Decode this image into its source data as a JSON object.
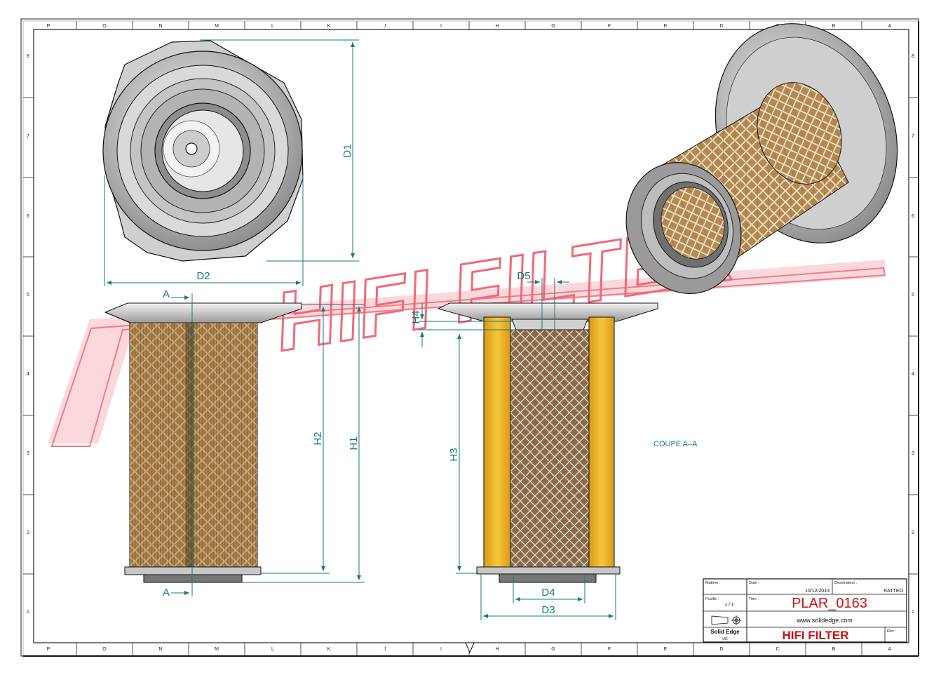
{
  "watermark": {
    "text": "HIFI FILTER",
    "color": "#f04f5f"
  },
  "border": {
    "top_labels": [
      "P",
      "O",
      "N",
      "M",
      "L",
      "K",
      "J",
      "I",
      "H",
      "G",
      "F",
      "E",
      "D",
      "C",
      "B",
      "A"
    ],
    "bottom_labels": [
      "P",
      "O",
      "N",
      "M",
      "L",
      "K",
      "J",
      "I",
      "H",
      "G",
      "F",
      "E",
      "D",
      "C",
      "B",
      "A"
    ],
    "left_labels": [
      "8",
      "7",
      "6",
      "5",
      "4",
      "3",
      "2",
      "1"
    ],
    "right_labels": [
      "8",
      "7",
      "6",
      "5",
      "4",
      "3",
      "2",
      "1"
    ]
  },
  "dimensions": {
    "d1": "D1",
    "d2": "D2",
    "d3": "D3",
    "d4": "D4",
    "d5": "D5",
    "h1": "H1",
    "h2": "H2",
    "h3": "H3",
    "h4": "H4",
    "section_mark": "A",
    "section_label": "COUPE A–A"
  },
  "title_block": {
    "matiere_label": "Matière :",
    "date_label": "Date :",
    "date_value": "10/12/2013",
    "dessinateur_label": "Dessinateur :",
    "dessinateur_value": "RATTEO",
    "feuille_label": "Feuille :",
    "feuille_value": "1 / 1",
    "titre_label": "Titre :",
    "titre_value": "PLAR_0163",
    "website": "www.solidedge.com",
    "software": "Solid Edge",
    "software_sub": "UG",
    "rev_label": "Rév :",
    "company": "HIFI FILTER"
  },
  "colors": {
    "dimension": "#137a7a",
    "title_red": "#cc1111",
    "media": "#c99a4c",
    "seal": "#f2c12e"
  }
}
